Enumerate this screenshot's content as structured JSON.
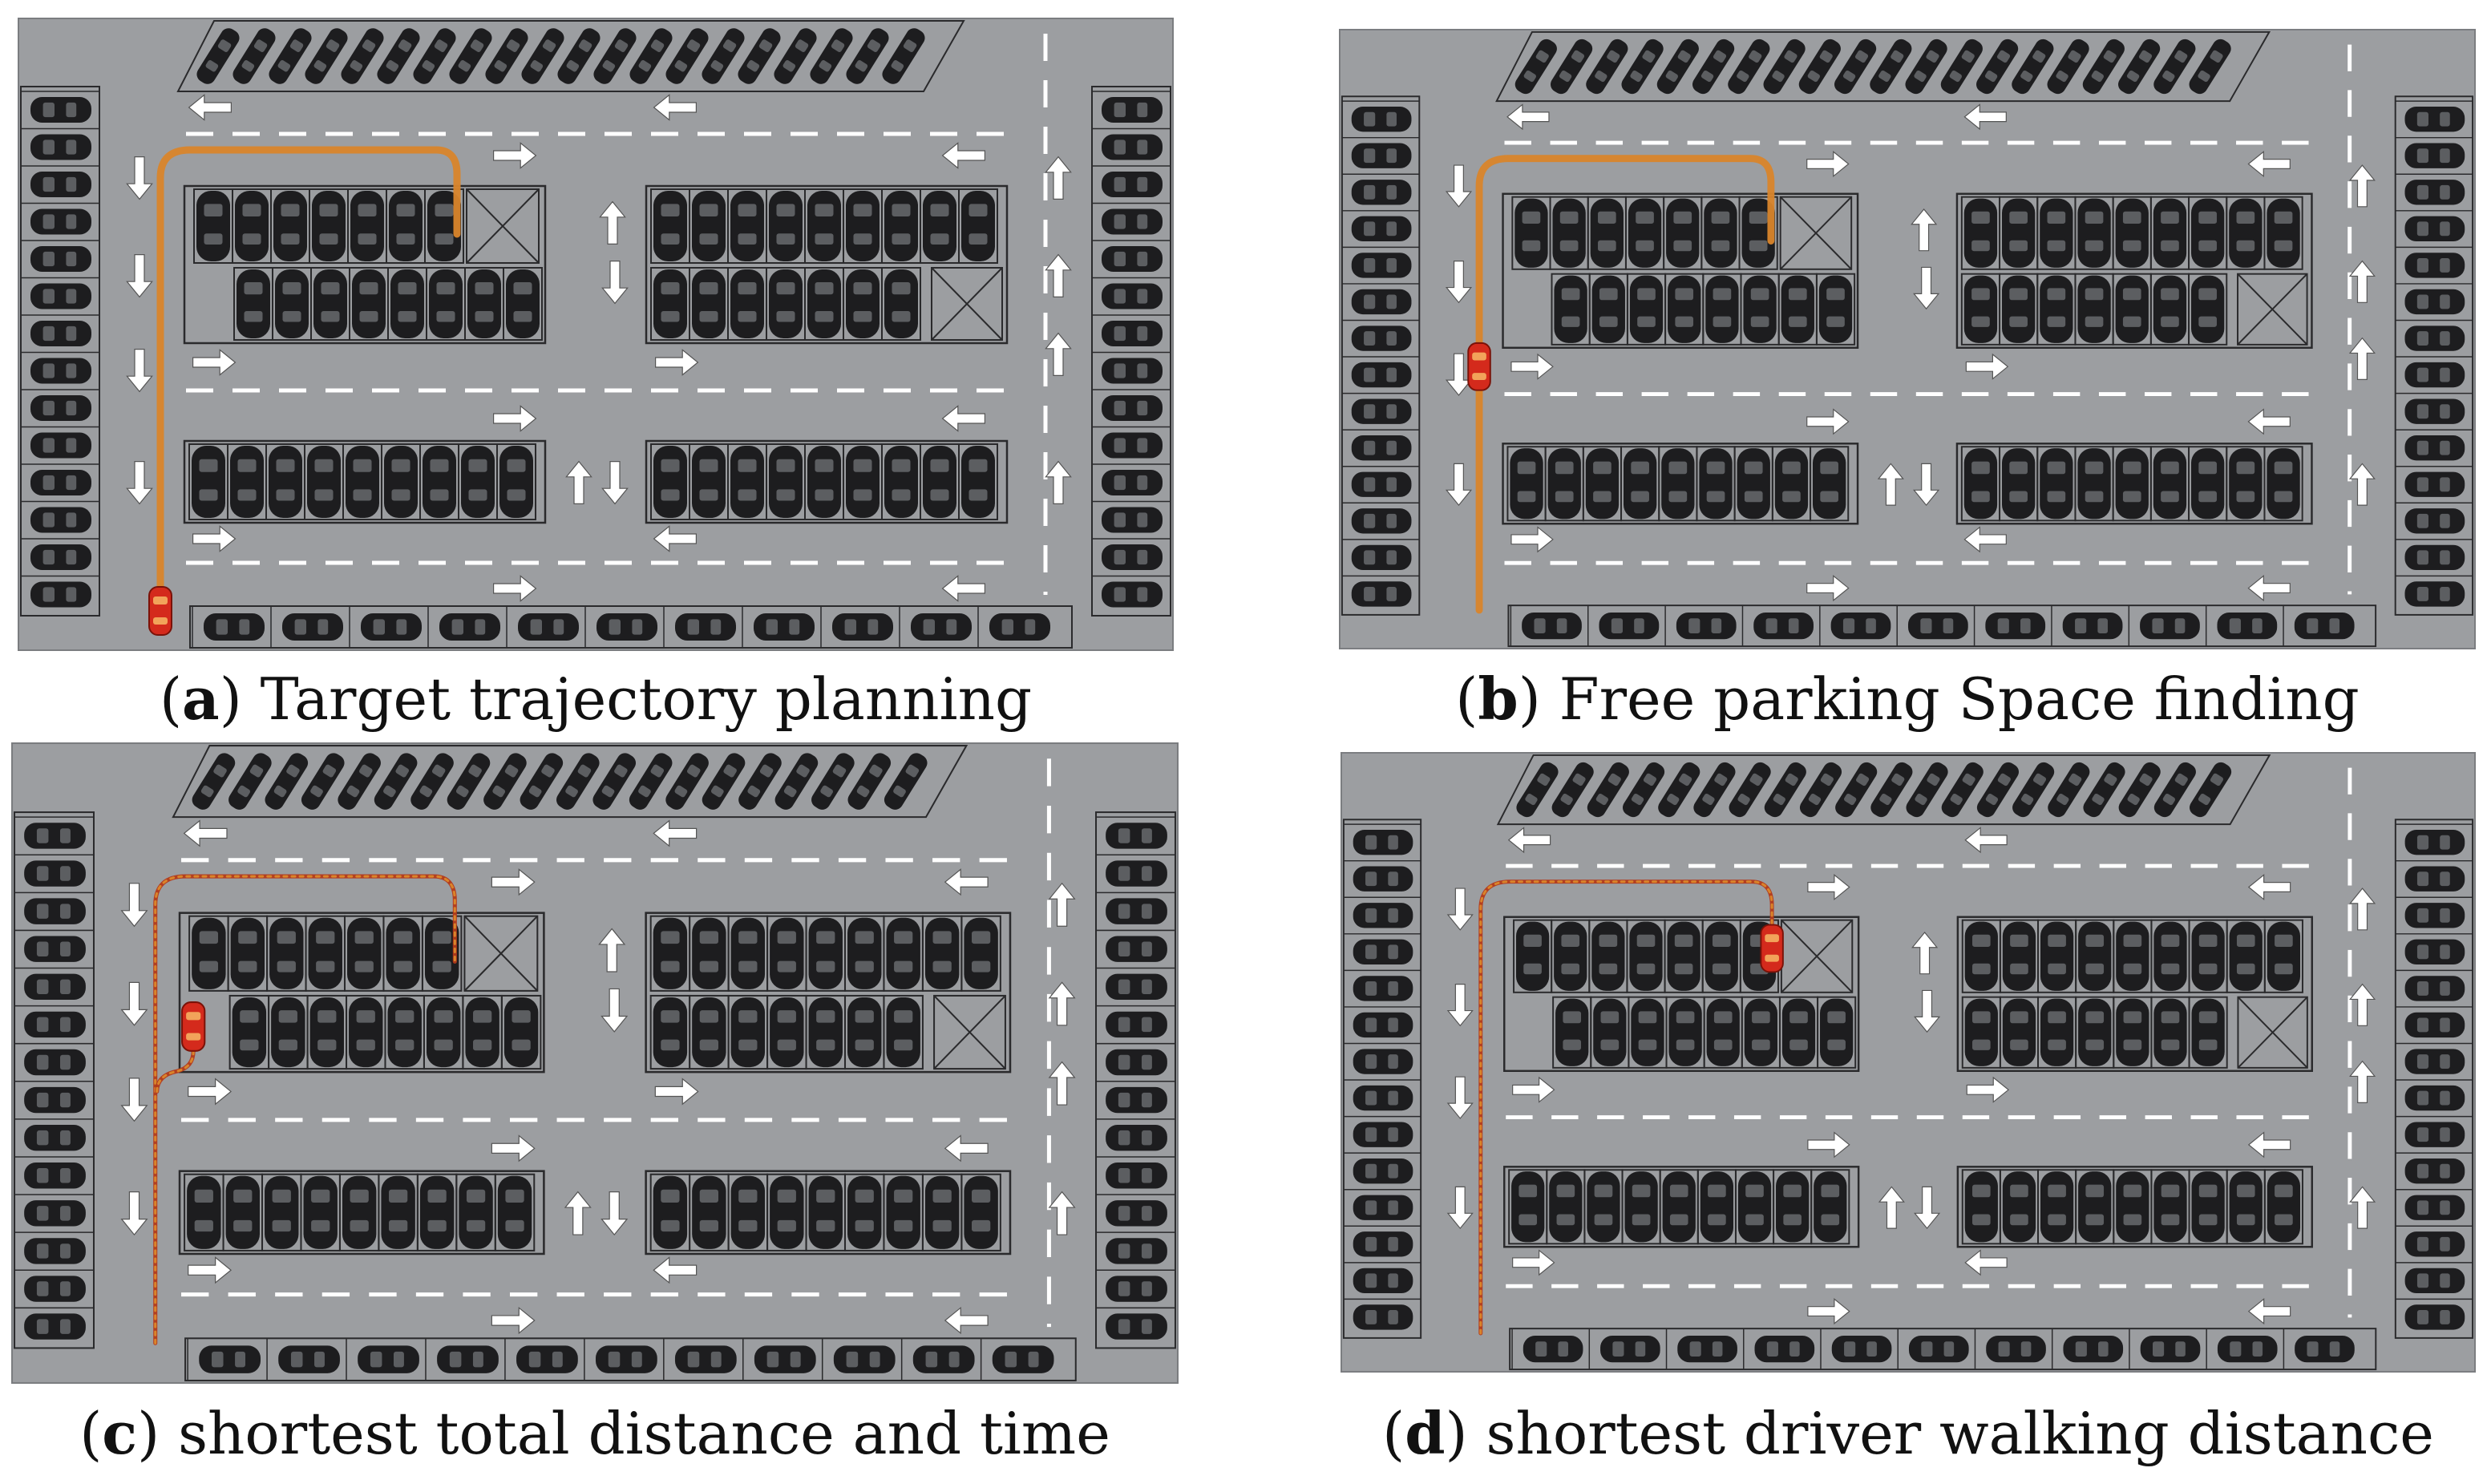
{
  "colors": {
    "lot_background": "#9c9ea1",
    "lot_border": "#7b7d80",
    "lane_marking": "#ffffff",
    "car_body": "#1d1d1f",
    "car_window": "#5c5e61",
    "stall_line": "#ffffff",
    "block_outline": "#2a2a2c",
    "trajectory": "#d9852b",
    "trajectory_dark": "#b33a1a",
    "target_car": "#d42a1c"
  },
  "icons": {
    "direction_arrow": "arrow-icon",
    "parked_car": "car-icon",
    "target_vehicle": "red-car-icon",
    "reserved_space": "x-box-icon"
  },
  "panels": [
    {
      "id": "a",
      "letter": "a",
      "caption_text": "Target trajectory planning"
    },
    {
      "id": "b",
      "letter": "b",
      "caption_text": "Free parking Space finding"
    },
    {
      "id": "c",
      "letter": "c",
      "caption_text": "shortest total distance and time"
    },
    {
      "id": "d",
      "letter": "d",
      "caption_text": "shortest driver walking distance"
    }
  ]
}
